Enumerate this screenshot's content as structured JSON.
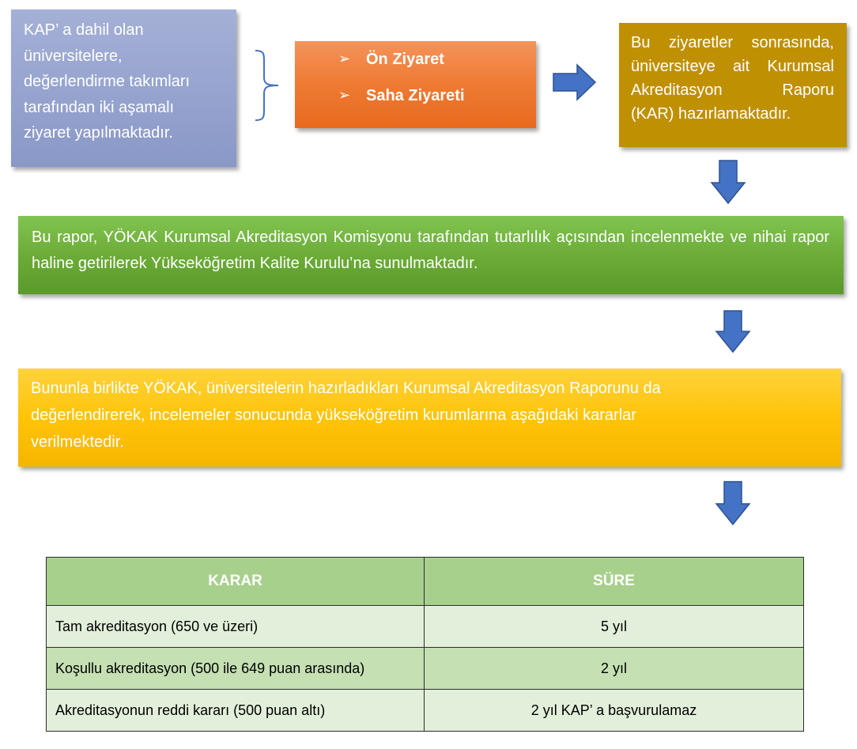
{
  "intro_box": {
    "lines": [
      "KAP’ a dahil olan",
      "üniversitelere,",
      "değerlendirme takımları",
      "tarafından iki aşamalı",
      "ziyaret yapılmaktadır."
    ]
  },
  "visits_box": {
    "items": [
      "Ön Ziyaret",
      "Saha Ziyareti"
    ]
  },
  "kar_box": {
    "lines": [
      "Bu ziyaretler sonrasında,",
      "üniversiteye ait Kurumsal",
      "Akreditasyon Raporu",
      "(KAR) hazırlamaktadır."
    ]
  },
  "green_box": {
    "text": "Bu rapor, YÖKAK Kurumsal Akreditasyon Komisyonu tarafından tutarlılık açısından incelenmekte ve nihai rapor haline getirilerek Yükseköğretim Kalite Kurulu’na sunulmaktadır."
  },
  "yellow_box": {
    "lines": [
      "Bununla birlikte YÖKAK, üniversitelerin hazırladıkları Kurumsal Akreditasyon Raporunu da",
      "değerlendirerek, incelemeler sonucunda yükseköğretim kurumlarına aşağıdaki kararlar",
      "verilmektedir."
    ]
  },
  "table": {
    "headers": [
      "KARAR",
      "SÜRE"
    ],
    "rows": [
      [
        "Tam akreditasyon (650 ve üzeri)",
        "5 yıl"
      ],
      [
        "Koşullu akreditasyon (500 ile 649 puan arasında)",
        "2 yıl"
      ],
      [
        "Akreditasyonun reddi kararı (500 puan altı)",
        "2 yıl KAP’ a başvurulamaz"
      ]
    ]
  },
  "colors": {
    "intro_box": "#9aa6d0",
    "visits_box": "#ee7a33",
    "kar_box": "#c09003",
    "green_box": "#6aaa35",
    "yellow_box": "#ffc408",
    "arrow": "#4472c4",
    "table_header": "#a8d08d",
    "table_row_light": "#e2efda",
    "table_row_dark": "#c5e0b3"
  },
  "icons": {
    "bullet": "arrow-bullet-icon",
    "brace": "curly-brace-icon",
    "arrow": "block-arrow-icon"
  }
}
